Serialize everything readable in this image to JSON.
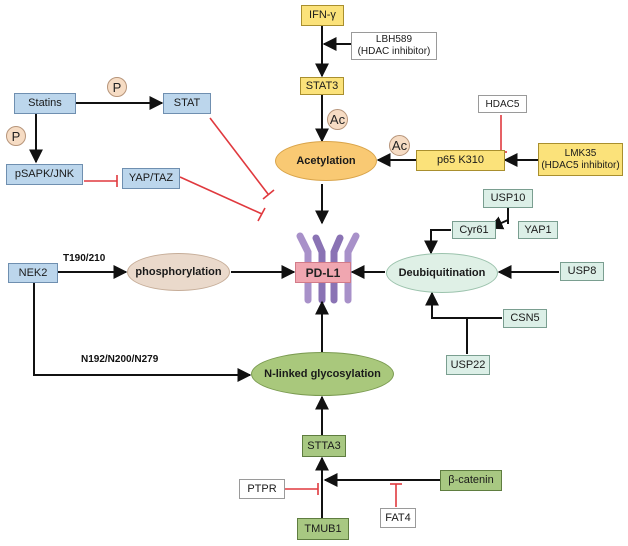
{
  "nodes": {
    "ifn": "IFN-γ",
    "lbh": "LBH589",
    "lbh_sub": "(HDAC inhibitor)",
    "stat3": "STAT3",
    "statins": "Statins",
    "stat": "STAT",
    "psapk": "pSAPK/JNK",
    "yaptaz": "YAP/TAZ",
    "hdac5": "HDAC5",
    "p65": "p65 K310",
    "lmk35": "LMK35",
    "lmk35_sub": "(HDAC5 inhibitor)",
    "usp10": "USP10",
    "cyr61": "Cyr61",
    "yap1": "YAP1",
    "usp8": "USP8",
    "csn5": "CSN5",
    "usp22": "USP22",
    "nek2": "NEK2",
    "stta3": "STTA3",
    "ptpr": "PTPR",
    "tmub1": "TMUB1",
    "fat4": "FAT4",
    "bcat": "β-catenin",
    "pdl1": "PD-L1"
  },
  "processes": {
    "acetylation": "Acetylation",
    "phosphorylation": "phosphorylation",
    "deubiquitination": "Deubiquitination",
    "glycosylation": "N-linked glycosylation"
  },
  "markers": {
    "p": "P",
    "ac": "Ac"
  },
  "edge_labels": {
    "t190": "T190/210",
    "n192": "N192/N200/N279"
  },
  "colors": {
    "activation": "#111111",
    "inhibition": "#e0393e"
  }
}
